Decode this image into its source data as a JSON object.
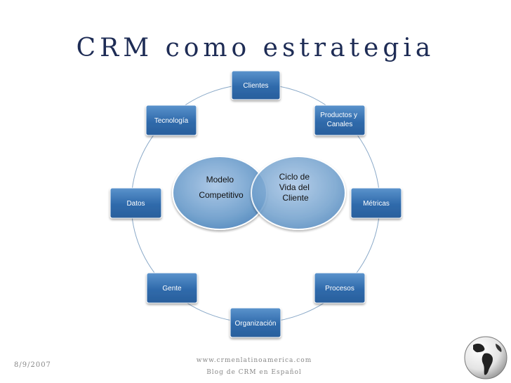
{
  "title": "CRM como estrategia",
  "nodes": [
    {
      "id": "clientes",
      "lines": [
        "Clientes"
      ]
    },
    {
      "id": "productos",
      "lines": [
        "Productos y",
        "Canales"
      ]
    },
    {
      "id": "metricas",
      "lines": [
        "Métricas"
      ]
    },
    {
      "id": "procesos",
      "lines": [
        "Procesos"
      ]
    },
    {
      "id": "organizacion",
      "lines": [
        "Organización"
      ]
    },
    {
      "id": "gente",
      "lines": [
        "Gente"
      ]
    },
    {
      "id": "datos",
      "lines": [
        "Datos"
      ]
    },
    {
      "id": "tecnologia",
      "lines": [
        "Tecnología"
      ]
    }
  ],
  "venn": {
    "left": {
      "lines": [
        "Modelo",
        "Competitivo"
      ]
    },
    "right": {
      "lines": [
        "Ciclo de",
        "Vida del",
        "Cliente"
      ]
    }
  },
  "footer": {
    "date": "8/9/2007",
    "site": "www.crmenlatinoamerica.com",
    "blog": "Blog de CRM en Español"
  },
  "colors": {
    "title": "#1e2c55",
    "node_fill": "#3a78b8",
    "ring": "#8aa9c8",
    "venn_fill": "#6f9fcc"
  }
}
